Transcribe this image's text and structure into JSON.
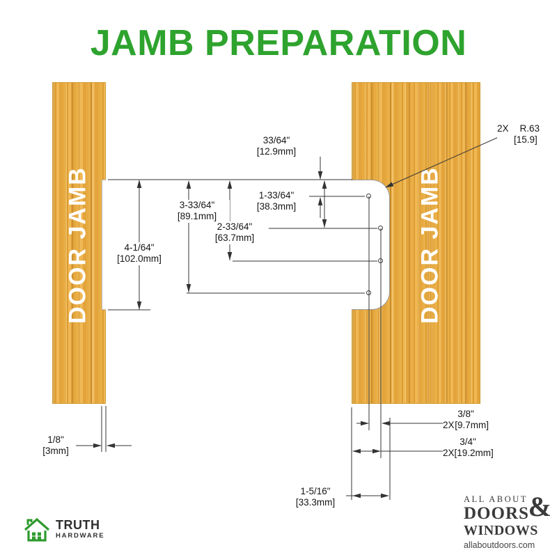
{
  "title": "JAMB PREPARATION",
  "colors": {
    "accent_green": "#2EA32E",
    "wood_base": "#E5A63C",
    "dim_line": "#333333"
  },
  "boards": {
    "left_label": "DOOR JAMB",
    "right_label": "DOOR JAMB"
  },
  "dimensions": {
    "offset_33_64": {
      "inch": "33/64\"",
      "mm": "[12.9mm]"
    },
    "offset_1_33_64": {
      "inch": "1-33/64\"",
      "mm": "[38.3mm]"
    },
    "offset_2_33_64": {
      "inch": "2-33/64\"",
      "mm": "[63.7mm]"
    },
    "offset_3_33_64": {
      "inch": "3-33/64\"",
      "mm": "[89.1mm]"
    },
    "recess_length": {
      "inch": "4-1/64\"",
      "mm": "[102.0mm]"
    },
    "recess_depth": {
      "inch": "1/8\"",
      "mm": "[3mm]"
    },
    "corner_radius": {
      "qty": "2X",
      "inch": "R.63",
      "mm": "[15.9]"
    },
    "hole_offset_3_8": {
      "inch": "3/8\"",
      "qty": "2X",
      "mm": "[9.7mm]"
    },
    "hole_offset_3_4": {
      "inch": "3/4\"",
      "qty": "2X",
      "mm": "[19.2mm]"
    },
    "notch_depth": {
      "inch": "1-5/16\"",
      "mm": "[33.3mm]"
    }
  },
  "logos": {
    "truth": {
      "name": "TRUTH",
      "subtitle": "HARDWARE"
    },
    "allaboutdoors": {
      "line1": "ALL ABOUT",
      "line2": "DOORS",
      "ampersand": "&",
      "line3": "WINDOWS",
      "url": "allaboutdoors.com"
    }
  }
}
